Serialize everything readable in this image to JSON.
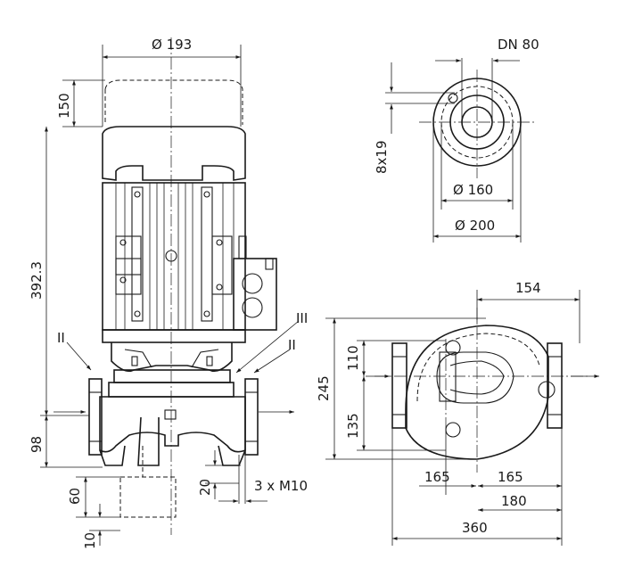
{
  "side_view": {
    "motor_diameter": "Ø 193",
    "fan_height": "150",
    "overall_height": "392.3",
    "flange_height": "98",
    "foundation_height": "60",
    "base_gap": "10",
    "bolt_height": "20",
    "bolt_spec": "3 x M10",
    "flow_marker_left": "II",
    "flow_marker_right": "II",
    "terminal_marker": "III"
  },
  "flange_view": {
    "nominal_size": "DN 80",
    "hole_spec": "8x19",
    "bolt_circle": "Ø 160",
    "flange_diameter": "Ø 200"
  },
  "top_view": {
    "motor_offset": "154",
    "height_upper": "110",
    "height_lower": "135",
    "total_height": "245",
    "half_left": "165",
    "half_right": "165",
    "right_offset": "180",
    "total_length": "360"
  }
}
